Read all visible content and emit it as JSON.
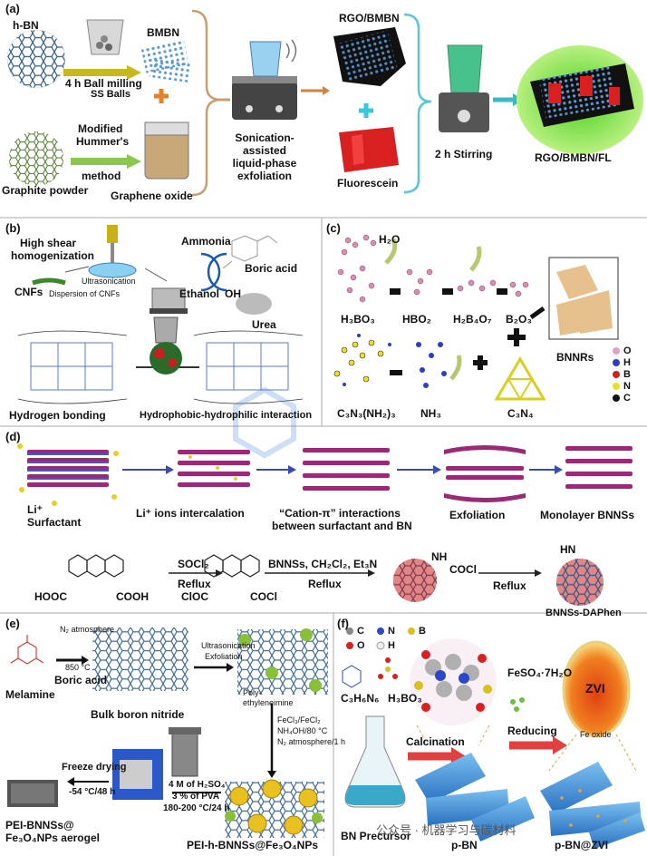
{
  "panels": {
    "a": {
      "label": "(a)",
      "h_bn": "h-BN",
      "ball_milling": "4 h Ball milling",
      "ss_balls": "SS Balls",
      "bmbn": "BMBN",
      "modified_hummers_1": "Modified",
      "modified_hummers_2": "Hummer's",
      "method": "method",
      "graphite_powder": "Graphite powder",
      "graphene_oxide": "Graphene oxide",
      "sonication_1": "Sonication-",
      "sonication_2": "assisted",
      "sonication_3": "liquid-phase",
      "sonication_4": "exfoliation",
      "rgo_bmbn": "RGO/BMBN",
      "fluorescein": "Fluorescein",
      "stirring": "2 h Stirring",
      "product": "RGO/BMBN/FL"
    },
    "b": {
      "label": "(b)",
      "high_shear_1": "High shear",
      "high_shear_2": "homogenization",
      "ultrasonication": "Ultrasonication",
      "cnfs": "CNFs",
      "dispersion": "Dispersion of CNFs",
      "ammonia": "Ammonia",
      "boric_acid": "Boric acid",
      "ethanol": "Ethanol",
      "oh": "OH",
      "urea": "Urea",
      "hydrogen_bonding": "Hydrogen bonding",
      "hydrophobic": "Hydrophobic-hydrophilic interaction"
    },
    "c": {
      "label": "(c)",
      "h2o": "H₂O",
      "h3bo3": "H₃BO₃",
      "hbo2": "HBO₂",
      "h2b4o7": "H₂B₄O₇",
      "b2o3": "B₂O₃",
      "bnnrs": "BNNRs",
      "c3n3nh2": "C₃N₃(NH₂)₃",
      "nh3": "NH₃",
      "c3n4": "C₃N₄",
      "legend": [
        {
          "sym": "O",
          "color": "#e0a0c8"
        },
        {
          "sym": "H",
          "color": "#2a3cc8"
        },
        {
          "sym": "B",
          "color": "#d02020"
        },
        {
          "sym": "N",
          "color": "#e8e020"
        },
        {
          "sym": "C",
          "color": "#111111"
        }
      ]
    },
    "d": {
      "label": "(d)",
      "li": "Li⁺",
      "surfactant": "Surfactant",
      "intercalation": "Li⁺ ions intercalation",
      "cation_pi_1": "“Cation-π” interactions",
      "cation_pi_2": "between surfactant and BN",
      "exfoliation": "Exfoliation",
      "monolayer": "Monolayer BNNSs",
      "socl2": "SOCl₂",
      "reflux1": "Reflux",
      "bnnss_reag": "BNNSs, CH₂Cl₂, Et₃N",
      "reflux2": "Reflux",
      "reflux3": "Reflux",
      "hooc": "HOOC",
      "cooh": "COOH",
      "cloc": "ClOC",
      "cocl1": "COCl",
      "cocl2": "COCl",
      "nh": "NH",
      "hn": "HN",
      "product": "BNNSs-DAPhen"
    },
    "e": {
      "label": "(e)",
      "n2_atm": "N₂ atmosphere",
      "temp850": "850 °C",
      "boric_acid": "Boric acid",
      "melamine": "Melamine",
      "ultrasonication": "Ultrasonication",
      "exfoliation": "Exfoliation",
      "pei_1": "Poly-",
      "pei_2": "ethyleneimine",
      "bulk_bn": "Bulk boron nitride",
      "fecl_1": "FeCl₃/FeCl₂",
      "fecl_2": "NH₄OH/80 °C",
      "fecl_3": "N₂ atmosphere/1 h",
      "freeze": "Freeze drying",
      "freeze_cond": "-54 °C/48 h",
      "h2so4_1": "4 M of H₂SO₄",
      "h2so4_2": "3 % of PVA",
      "h2so4_3": "180-200 °C/24 h",
      "aerogel_1": "PEI-BNNSs@",
      "aerogel_2": "Fe₃O₄NPs aerogel",
      "pei_h": "PEI-h-BNNSs@Fe₃O₄NPs"
    },
    "f": {
      "label": "(f)",
      "c": "C",
      "n": "N",
      "b": "B",
      "o": "O",
      "h": "H",
      "c3h6n6": "C₃H₆N₆",
      "h3bo3": "H₃BO₃",
      "feso4": "FeSO₄·7H₂O",
      "zvi": "ZVI",
      "fe_oxide": "Fe oxide",
      "calcination": "Calcination",
      "reducing": "Reducing",
      "precursor": "BN Precursor",
      "pbn": "p-BN",
      "pbn_zvi": "p-BN@ZVI"
    }
  },
  "watermark": "公众号 · 机器学习与碳材料",
  "colors": {
    "accent_orange": "#e8802a",
    "accent_red": "#d82020",
    "bn_blue": "#4a86c8",
    "green_glow": "#8ae04a"
  }
}
